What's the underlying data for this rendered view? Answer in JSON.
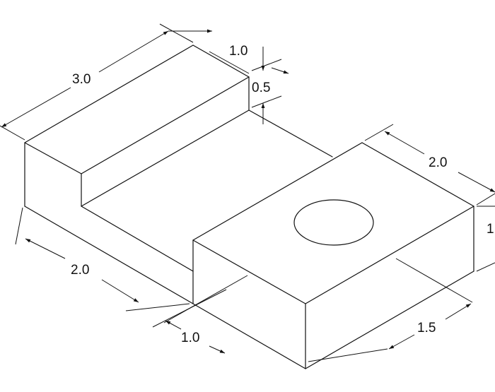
{
  "dimensions": {
    "top_length": "3.0",
    "step_width": "1.0",
    "step_height": "0.5",
    "right_length": "2.0",
    "right_height": "1",
    "left_length": "2.0",
    "front_offset": "1.0",
    "front_width": "1.5"
  }
}
